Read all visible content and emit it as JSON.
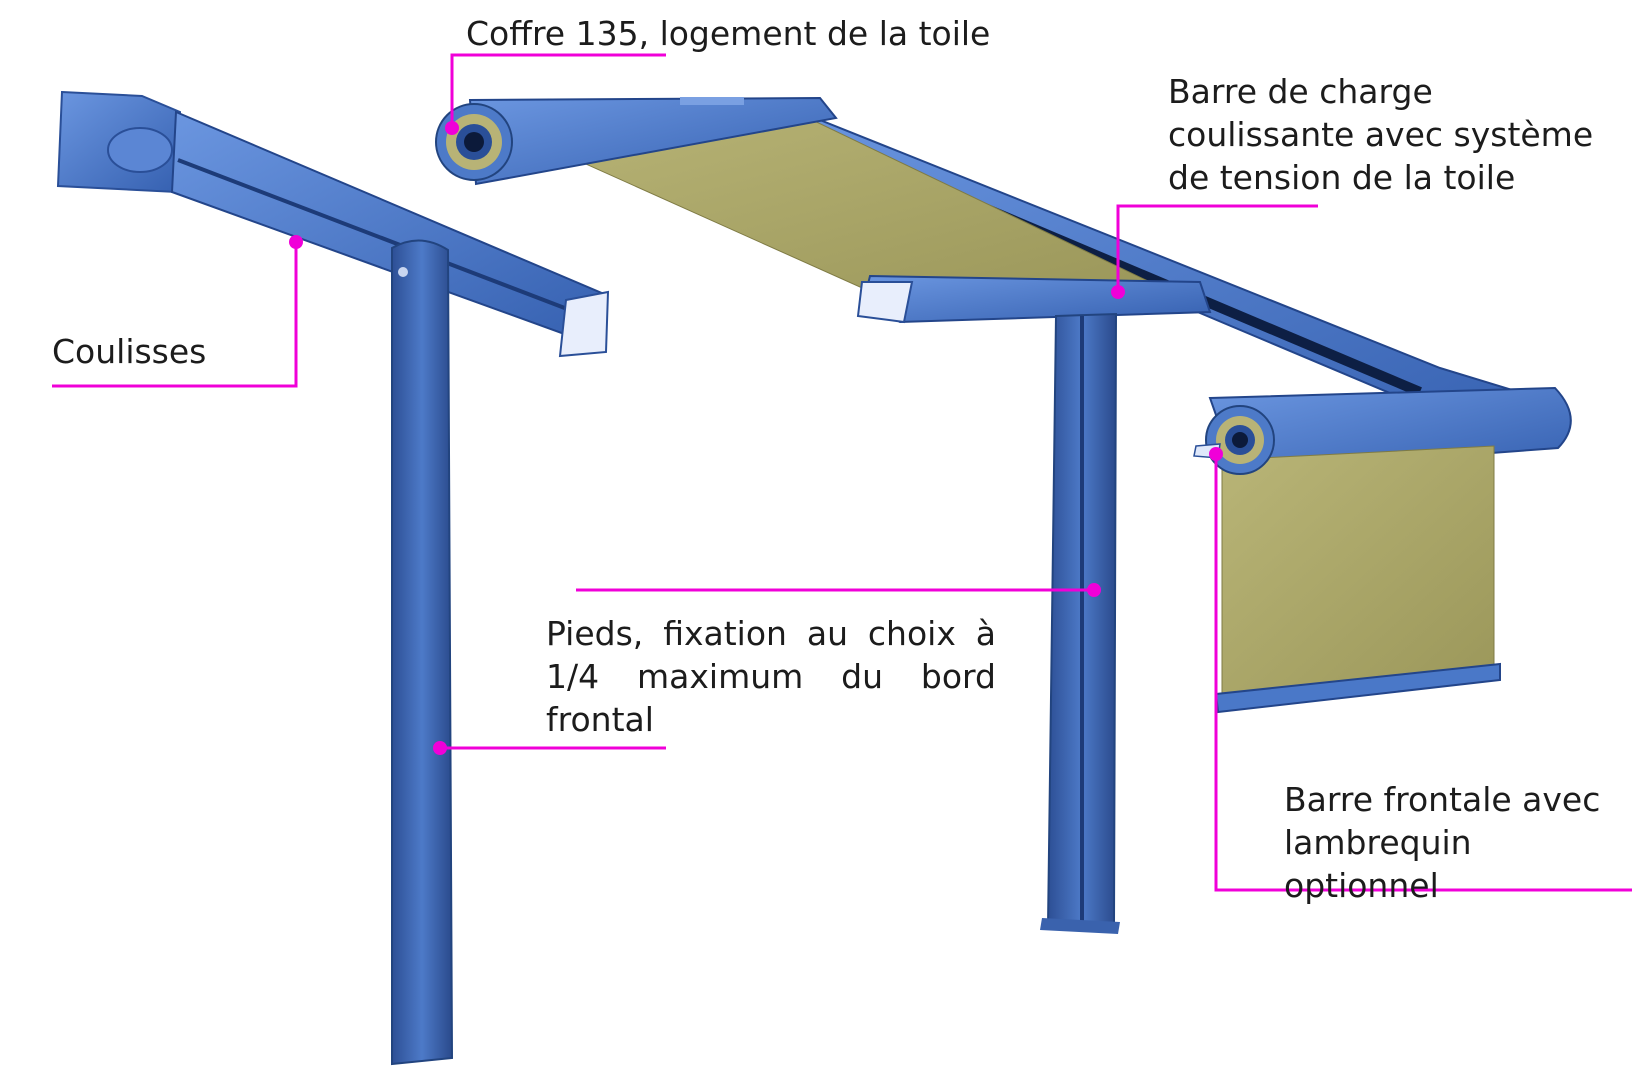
{
  "colors": {
    "profile_blue": "#4a78c8",
    "profile_dark": "#2a4f98",
    "fabric": "#a8a464",
    "callout": "#f000d8"
  },
  "labels": {
    "coffre": "Coffre 135, logement de la toile",
    "barre_charge": "Barre de charge coulissante avec système de tension de la toile",
    "coulisses": "Coulisses",
    "pieds": "Pieds, fixation au choix à 1/4 maximum du bord frontal",
    "barre_frontale": "Barre frontale avec lambrequin optionnel"
  }
}
